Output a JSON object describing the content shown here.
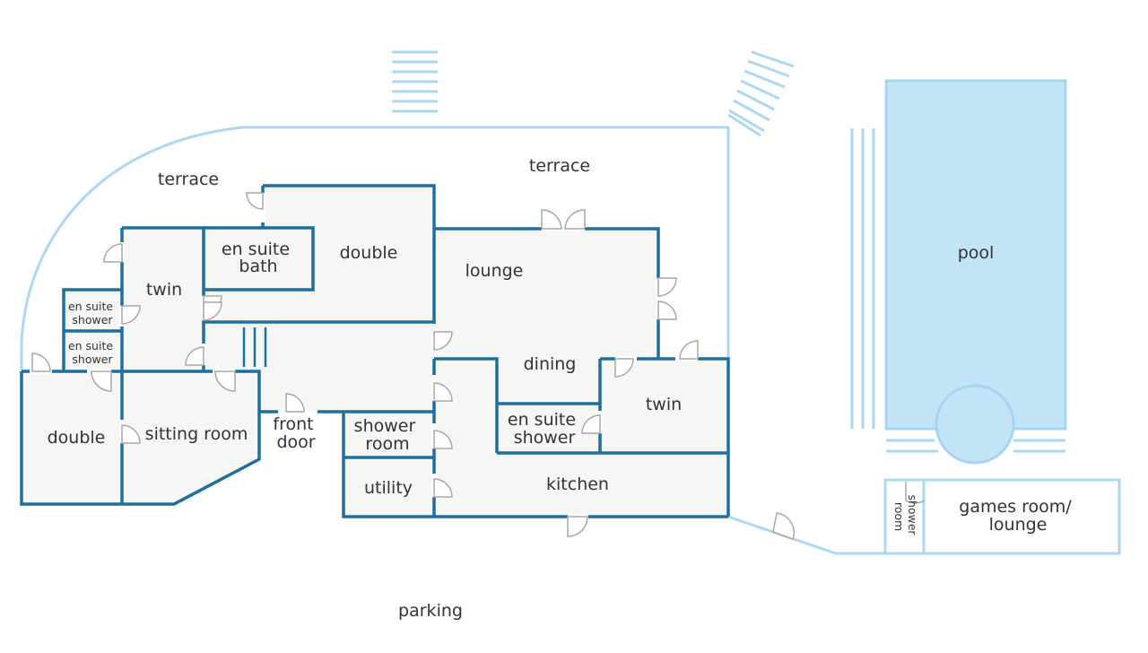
{
  "colors": {
    "wall": "#1f6f9e",
    "outdoor_line": "#aed8f0",
    "pool_fill": "#c3e3f6",
    "pool_stroke": "#a6d5f1",
    "floor": "#f6f6f4",
    "text": "#333333",
    "door_swing": "#a8a8a8"
  },
  "labels": {
    "terrace_left": "terrace",
    "terrace_right": "terrace",
    "double_top": "double",
    "en_suite_bath": [
      "en suite",
      "bath"
    ],
    "twin_left": "twin",
    "en_suite_shower_1": [
      "en suite",
      "shower"
    ],
    "en_suite_shower_2": [
      "en suite",
      "shower"
    ],
    "lounge": "lounge",
    "dining": "dining",
    "twin_right": "twin",
    "en_suite_shower_right": [
      "en suite",
      "shower"
    ],
    "double_left": "double",
    "sitting_room": "sitting room",
    "front_door": [
      "front",
      "door"
    ],
    "shower_room": [
      "shower",
      "room"
    ],
    "utility": "utility",
    "kitchen": "kitchen",
    "pool": "pool",
    "games_room": [
      "games room/",
      "lounge"
    ],
    "games_shower_room": [
      "shower",
      "room"
    ],
    "parking": "parking"
  }
}
